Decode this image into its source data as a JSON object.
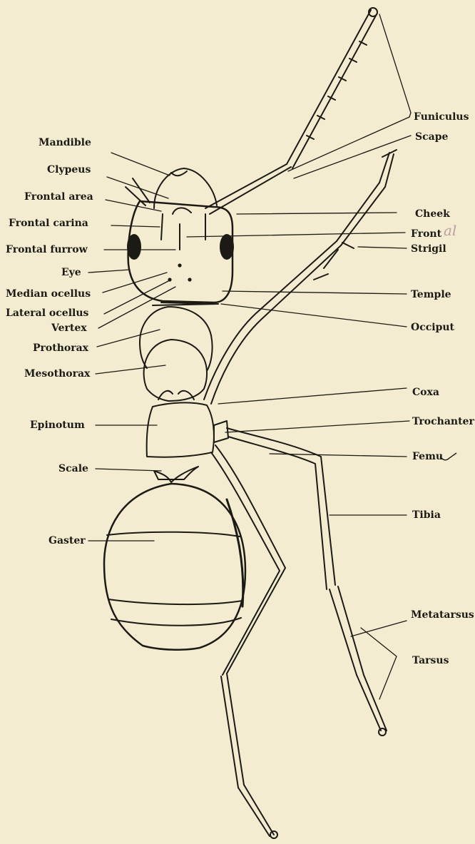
{
  "labels_left": [
    {
      "key": "mandible",
      "text": "Mandible"
    },
    {
      "key": "clypeus",
      "text": "Clypeus"
    },
    {
      "key": "frontal-area",
      "text": "Frontal area"
    },
    {
      "key": "frontal-carina",
      "text": "Frontal carina"
    },
    {
      "key": "frontal-furrow",
      "text": "Frontal furrow"
    },
    {
      "key": "eye",
      "text": "Eye"
    },
    {
      "key": "median-ocellus",
      "text": "Median ocellus"
    },
    {
      "key": "lateral-ocellus",
      "text": "Lateral ocellus"
    },
    {
      "key": "vertex",
      "text": "Vertex"
    },
    {
      "key": "prothorax",
      "text": "Prothorax"
    },
    {
      "key": "mesothorax",
      "text": "Mesothorax"
    },
    {
      "key": "epinotum",
      "text": "Epinotum"
    },
    {
      "key": "scale",
      "text": "Scale"
    },
    {
      "key": "gaster",
      "text": "Gaster"
    }
  ],
  "labels_right": [
    {
      "key": "funiculus",
      "text": "Funiculus"
    },
    {
      "key": "scape",
      "text": "Scape"
    },
    {
      "key": "cheek",
      "text": "Cheek"
    },
    {
      "key": "front",
      "text": "Front"
    },
    {
      "key": "strigil",
      "text": "Strigil"
    },
    {
      "key": "temple",
      "text": "Temple"
    },
    {
      "key": "occiput",
      "text": "Occiput"
    },
    {
      "key": "coxa",
      "text": "Coxa"
    },
    {
      "key": "trochanter",
      "text": "Trochanter"
    },
    {
      "key": "femur",
      "text": "Femu"
    },
    {
      "key": "tibia",
      "text": "Tibia"
    },
    {
      "key": "metatarsus",
      "text": "Metatarsus"
    },
    {
      "key": "tarsus",
      "text": "Tarsus"
    }
  ],
  "annotations": {
    "front_handwritten": "al"
  },
  "colors": {
    "paper": "#f3ecd0",
    "ink": "#1c1a14",
    "pencil": "#b8a0a6"
  }
}
